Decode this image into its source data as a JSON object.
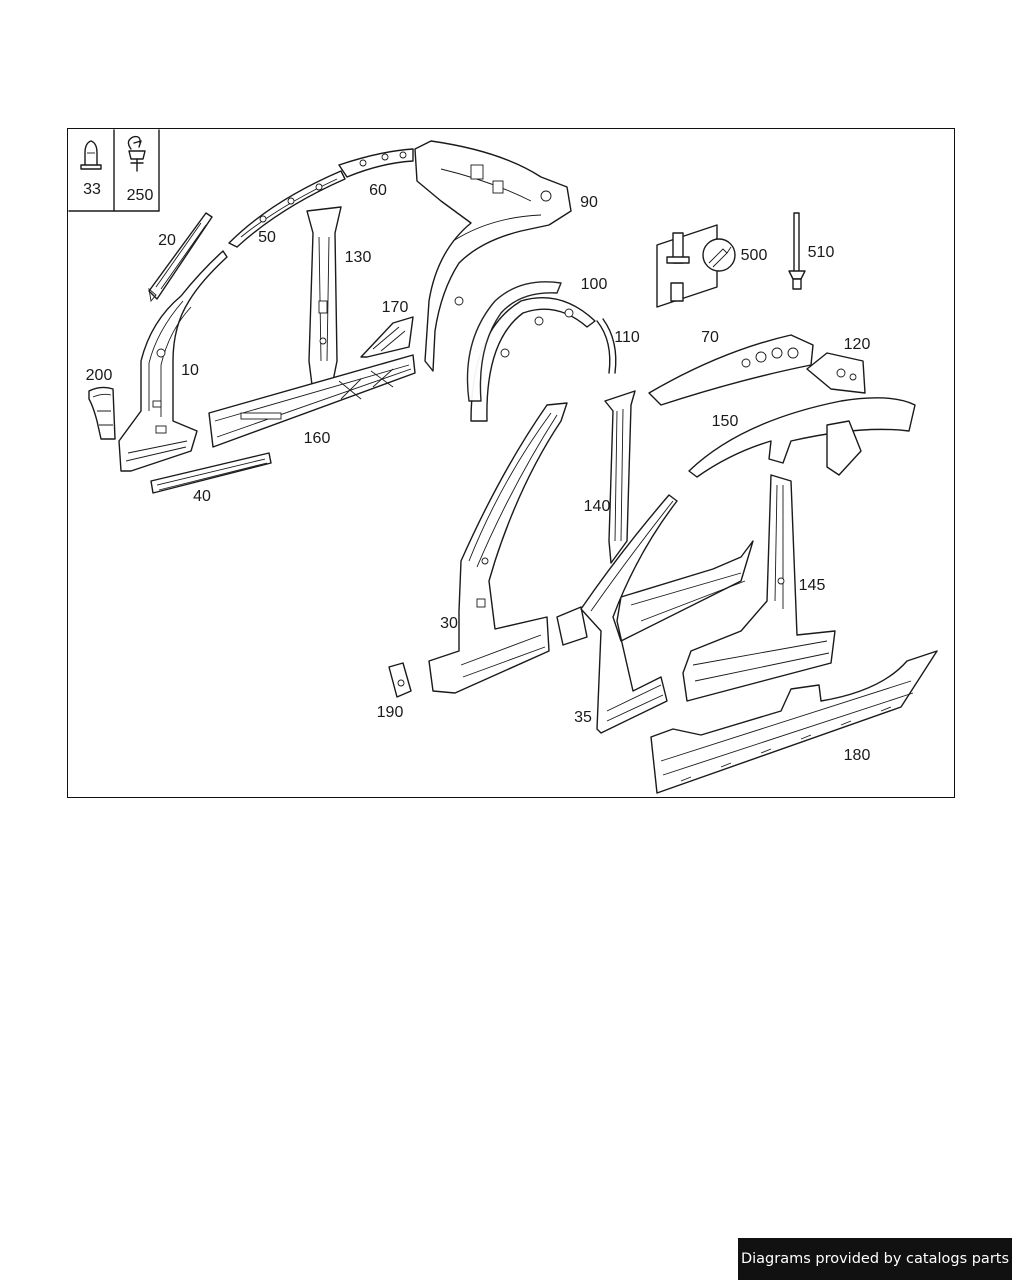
{
  "diagram": {
    "callouts": {
      "c33": "33",
      "c250": "250",
      "c20": "20",
      "c50": "50",
      "c60": "60",
      "c90": "90",
      "c130": "130",
      "c10": "10",
      "c170": "170",
      "c200": "200",
      "c160": "160",
      "c40": "40",
      "c100": "100",
      "c110": "110",
      "c500": "500",
      "c510": "510",
      "c70": "70",
      "c120": "120",
      "c150": "150",
      "c140": "140",
      "c145": "145",
      "c30": "30",
      "c190": "190",
      "c35": "35",
      "c180": "180"
    }
  },
  "footer": {
    "credit": "Diagrams provided by catalogs parts"
  }
}
